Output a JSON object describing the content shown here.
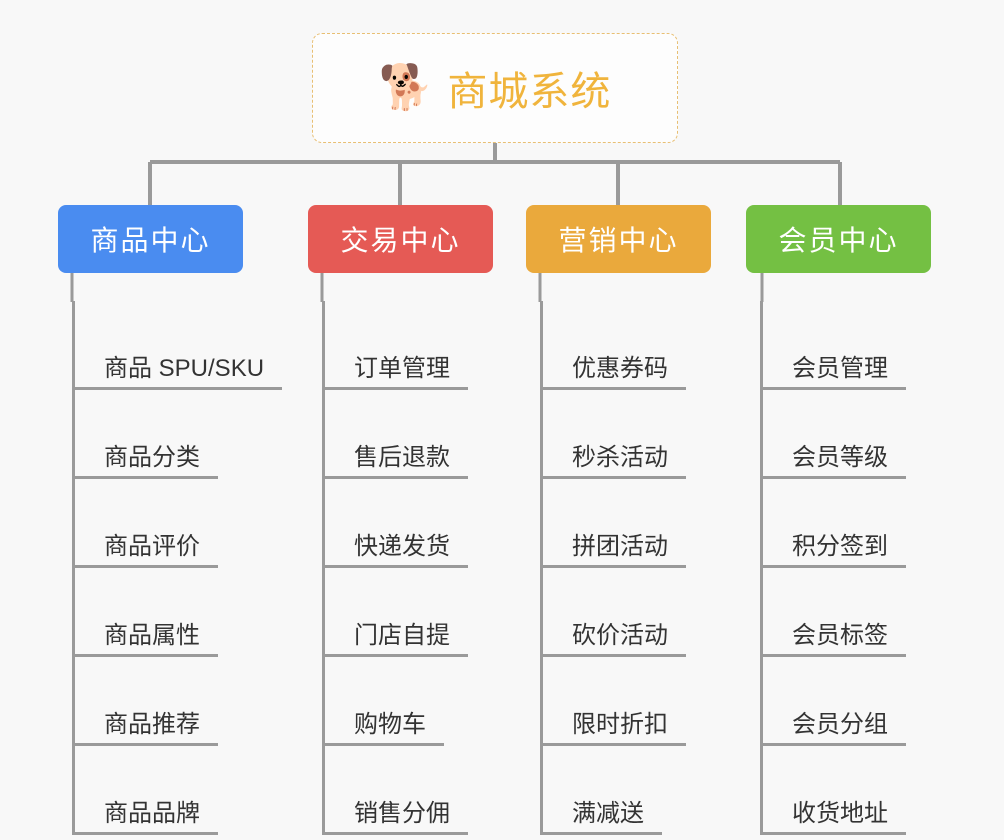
{
  "root": {
    "icon": "dog-face-emoji",
    "emoji": "🐕",
    "title": "商城系统",
    "accent_color": "#f0b43c",
    "border_color": "#e8bf73"
  },
  "connector_color": "#9a9a9a",
  "background_color": "#f8f8f8",
  "columns": [
    {
      "id": "product-center",
      "label": "商品中心",
      "color": "#4a8cf0",
      "items": [
        {
          "label": "商品 SPU/SKU"
        },
        {
          "label": "商品分类"
        },
        {
          "label": "商品评价"
        },
        {
          "label": "商品属性"
        },
        {
          "label": "商品推荐"
        },
        {
          "label": "商品品牌"
        }
      ]
    },
    {
      "id": "trade-center",
      "label": "交易中心",
      "color": "#e55a55",
      "items": [
        {
          "label": "订单管理"
        },
        {
          "label": "售后退款"
        },
        {
          "label": "快递发货"
        },
        {
          "label": "门店自提"
        },
        {
          "label": "购物车"
        },
        {
          "label": "销售分佣"
        }
      ]
    },
    {
      "id": "marketing-center",
      "label": "营销中心",
      "color": "#eaa93c",
      "items": [
        {
          "label": "优惠券码"
        },
        {
          "label": "秒杀活动"
        },
        {
          "label": "拼团活动"
        },
        {
          "label": "砍价活动"
        },
        {
          "label": "限时折扣"
        },
        {
          "label": "满减送"
        }
      ]
    },
    {
      "id": "member-center",
      "label": "会员中心",
      "color": "#74c043",
      "items": [
        {
          "label": "会员管理"
        },
        {
          "label": "会员等级"
        },
        {
          "label": "积分签到"
        },
        {
          "label": "会员标签"
        },
        {
          "label": "会员分组"
        },
        {
          "label": "收货地址"
        }
      ]
    }
  ]
}
